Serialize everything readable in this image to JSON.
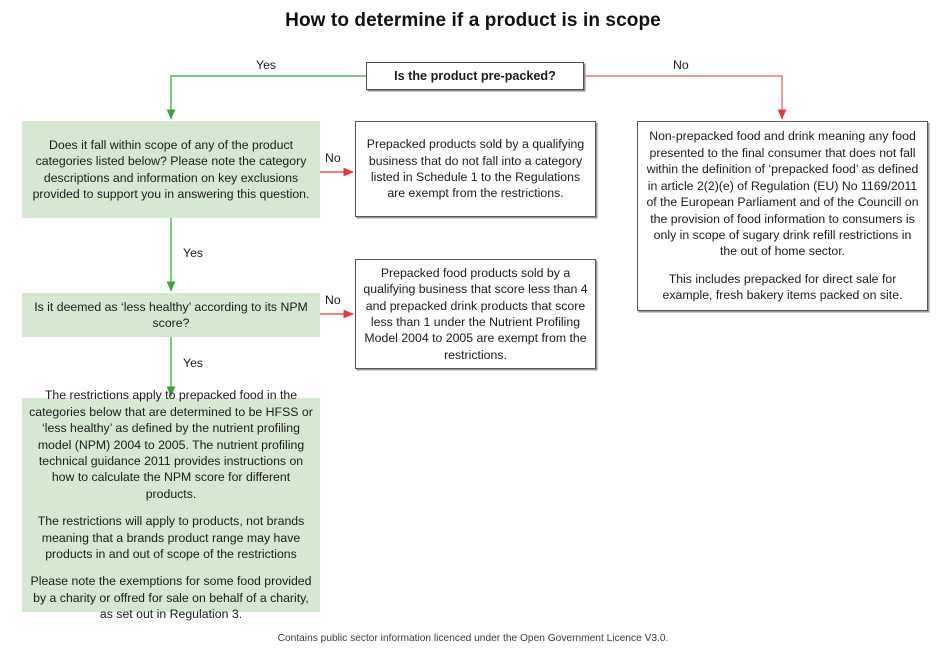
{
  "page": {
    "title": "How to determine if a product is in scope",
    "footer": "Contains public sector information licenced under the Open Government Licence V3.0."
  },
  "colors": {
    "green_fill": "#d7e8d2",
    "green_arrow": "#57b85b",
    "red_arrow": "#e8656a",
    "box_border": "#555555",
    "text": "#1a1a1a"
  },
  "nodes": {
    "start": {
      "label": "Is the product pre-packed?",
      "type": "decision"
    },
    "scope_question": {
      "label": "Does it fall within scope of any of the product categories listed below? Please note the category descriptions and information on key exclusions provided to support you in answering this question.",
      "type": "decision"
    },
    "exempt_schedule1": {
      "label": "Prepacked products sold by a qualifying business that do not fall into a category listed in Schedule 1 to the Regulations are exempt from the restrictions.",
      "type": "outcome"
    },
    "non_prepacked": {
      "paragraph_1": "Non-prepacked food and drink meaning any food presented to the final consumer that does not fall within the definition of ‘prepacked food’ as defined in article 2(2)(e) of Regulation (EU) No 1169/2011 of the European Parliament and of the Councill on the provision of food information to consumers is only in scope of sugary drink refill restrictions in the out of home sector.",
      "paragraph_2": "This includes prepacked for direct sale for example, fresh bakery items packed on site.",
      "type": "outcome"
    },
    "npm_question": {
      "label": "Is it deemed as ‘less healthy’ according to its NPM score?",
      "type": "decision"
    },
    "exempt_npm": {
      "label": "Prepacked food products sold by a qualifying business that score less than 4 and prepacked drink products that score less than 1 under the Nutrient Profiling Model 2004 to 2005 are exempt from the restrictions.",
      "type": "outcome"
    },
    "restrictions_apply": {
      "paragraph_1": "The restrictions apply to prepacked food in the categories below that are determined to be HFSS or ‘less healthy’ as defined by the nutrient profiling model (NPM) 2004 to 2005. The nutrient profiling technical guidance 2011 provides instructions on how to calculate the NPM score for different products.",
      "paragraph_2": "The restrictions will apply to products, not brands meaning that a brands product range may have products in and out of scope of the restrictions",
      "paragraph_3": "Please note the exemptions for some food provided by a charity or offred for sale on behalf of a charity, as set out in Regulation 3.",
      "type": "outcome"
    }
  },
  "edges": {
    "start_yes": "Yes",
    "start_no": "No",
    "scope_no": "No",
    "scope_yes": "Yes",
    "npm_no": "No",
    "npm_yes": "Yes"
  }
}
